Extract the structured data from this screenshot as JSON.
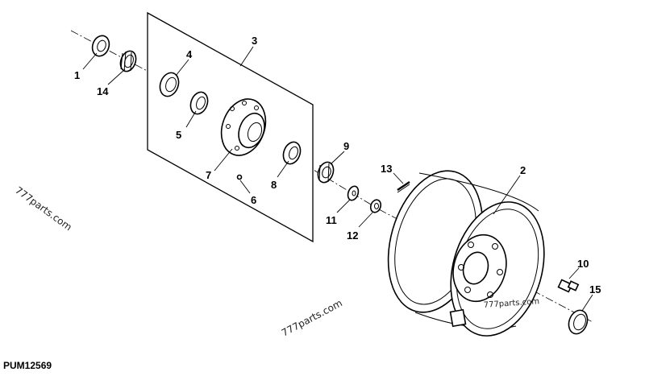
{
  "callouts": [
    "1",
    "14",
    "4",
    "3",
    "5",
    "7",
    "6",
    "8",
    "9",
    "13",
    "2",
    "11",
    "12",
    "10",
    "15"
  ],
  "watermark": "777parts.com",
  "drawing_code": "PUM12569",
  "colors": {
    "line": "#000000",
    "background": "#ffffff"
  }
}
